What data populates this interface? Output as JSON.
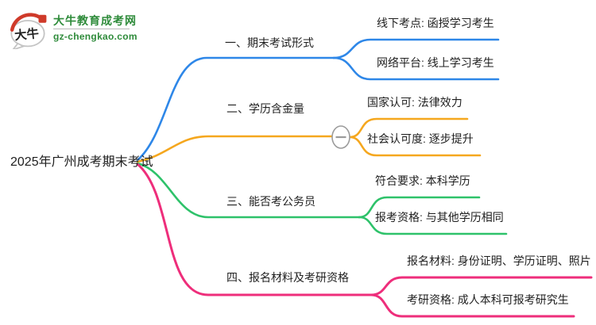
{
  "page": {
    "background_color": "#ffffff",
    "text_color": "#1f1f1f"
  },
  "logo": {
    "site_name": "大牛教育成考网",
    "site_domain": "gz-chengkao.com",
    "bubble_text": "大牛",
    "brand_color": "#2E8B3A",
    "seal_color": "#CF3A2A",
    "icons": [
      "speech-bubble-icon",
      "red-arc-icon",
      "red-seal-icon"
    ]
  },
  "mindmap": {
    "root": {
      "label": "2025年广州成考期末考试"
    },
    "collapse_button": {
      "icon": "minus-icon",
      "symbol": "−",
      "border_color": "#9b9b9b"
    },
    "branches": [
      {
        "label": "一、期末考试形式",
        "color": "#2E87E8",
        "children": [
          {
            "label": "线下考点: 函授学习考生"
          },
          {
            "label": "网络平台: 线上学习考生"
          }
        ]
      },
      {
        "label": "二、学历含金量",
        "color": "#F5A71E",
        "has_collapse_button": true,
        "children": [
          {
            "label": "国家认可: 法律效力"
          },
          {
            "label": "社会认可度: 逐步提升"
          }
        ]
      },
      {
        "label": "三、能否考公务员",
        "color": "#2EC26A",
        "children": [
          {
            "label": "符合要求: 本科学历"
          },
          {
            "label": "报考资格: 与其他学历相同"
          }
        ]
      },
      {
        "label": "四、报名材料及考研资格",
        "color": "#EE2E7B",
        "children": [
          {
            "label": "报名材料: 身份证明、学历证明、照片"
          },
          {
            "label": "考研资格: 成人本科可报考研究生"
          }
        ]
      }
    ]
  }
}
